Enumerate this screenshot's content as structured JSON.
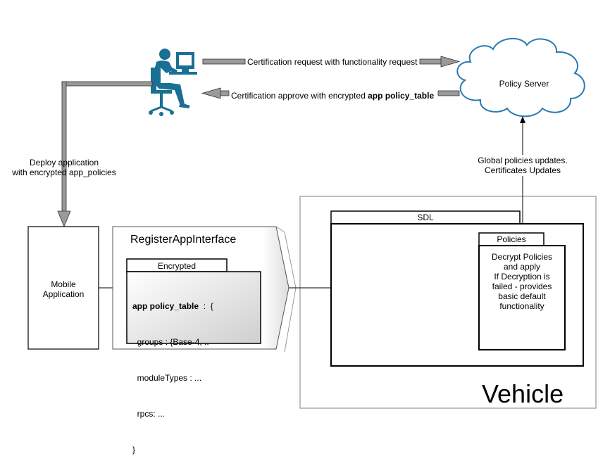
{
  "developer": {
    "icon": "person-at-computer-icon"
  },
  "arrows": {
    "request_label": "Certification request with functionality request",
    "approve_label_prefix": "Certification approve with encrypted",
    "approve_label_bold": "app policy_table",
    "deploy_label_line1": "Deploy application",
    "deploy_label_line2": "with encrypted app_policies",
    "updates_label_line1": "Global policies updates.",
    "updates_label_line2": "Certificates Updates"
  },
  "policy_server": {
    "label": "Policy Server",
    "icon": "cloud-icon"
  },
  "mobile_app": {
    "line1": "Mobile",
    "line2": "Application"
  },
  "register_app": {
    "title": "RegisterAppInterface",
    "encrypted_tab": "Encrypted",
    "code_key": "app policy_table",
    "code_key_suffix": "  :  {",
    "code_lines": [
      "  groups : {Base-4, ..",
      "  moduleTypes : ...",
      "  rpcs: ...",
      "}"
    ]
  },
  "vehicle": {
    "title": "Vehicle"
  },
  "sdl": {
    "tab": "SDL"
  },
  "policies": {
    "tab": "Policies",
    "lines": [
      "Decrypt Policies",
      "and apply",
      "If Decryption is",
      "failed - provides",
      "basic default",
      "functionality"
    ]
  },
  "colors": {
    "cloud_stroke": "#2a7ab0",
    "figure": "#1a6f94",
    "arrow_fill": "#9a9a9a",
    "arrow_stroke": "#333333",
    "vehicle_border": "#aaaaaa"
  }
}
